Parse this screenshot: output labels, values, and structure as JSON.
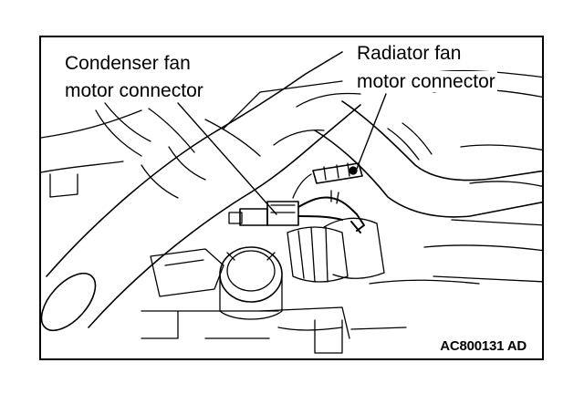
{
  "labels": {
    "condenser_line1": "Condenser fan",
    "condenser_line2": "motor connector",
    "radiator_line1": "Radiator fan",
    "radiator_line2": "motor connector",
    "figure_code": "AC800131 AD"
  },
  "colors": {
    "ink": "#000000",
    "paper": "#ffffff"
  }
}
